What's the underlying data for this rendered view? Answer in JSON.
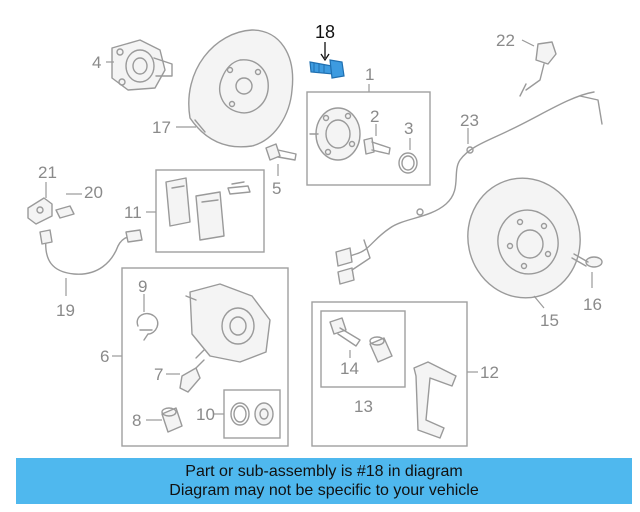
{
  "labels": {
    "p1": "1",
    "p2": "2",
    "p3": "3",
    "p4": "4",
    "p5": "5",
    "p6": "6",
    "p7": "7",
    "p8": "8",
    "p9": "9",
    "p10": "10",
    "p11": "11",
    "p12": "12",
    "p13": "13",
    "p14": "14",
    "p15": "15",
    "p16": "16",
    "p17": "17",
    "p18": "18",
    "p19": "19",
    "p20": "20",
    "p21": "21",
    "p22": "22",
    "p23": "23"
  },
  "highlight": {
    "part": "18",
    "color": "#3d9be0"
  },
  "banner": {
    "line1": "Part or sub-assembly is #18 in diagram",
    "line2": "Diagram may not be specific to your vehicle",
    "color": "#4fb8ee"
  }
}
